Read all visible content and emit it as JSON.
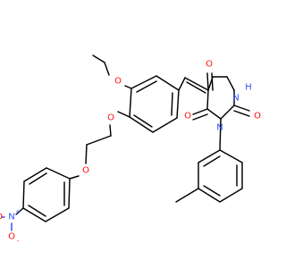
{
  "atoms": {
    "o_ethoxy": "O",
    "o_ring_ether": "O",
    "o_chain": "O",
    "o_c4": "O",
    "nh": "H",
    "nh_n": "N",
    "o_c2": "O",
    "o_c6": "O",
    "n_ring": "N",
    "n_nitro": "N",
    "n_nitro_plus": "+",
    "o_nitro_minus": "O",
    "o_nitro_minus_sign": "-",
    "o_nitro": "O"
  },
  "colors": {
    "bond": "#000000",
    "oxygen": "#ff0d0d",
    "nitrogen": "#3050f8"
  }
}
